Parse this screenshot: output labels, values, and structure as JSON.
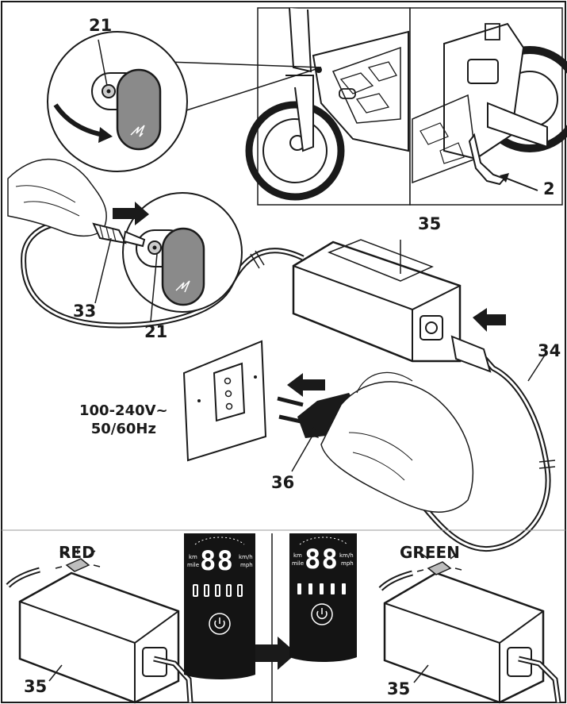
{
  "labels": {
    "port_top": "21",
    "port_bottom": "21",
    "kickstand": "2",
    "plug_connector": "33",
    "charger": "35",
    "ac_cable": "34",
    "wall_plug": "36",
    "charger_red": "35",
    "charger_green": "35"
  },
  "voltage": {
    "line1": "100-240V~",
    "line2": "50/60Hz"
  },
  "states": {
    "red": "RED",
    "green": "GREEN"
  },
  "display": {
    "digits": "88",
    "unit_km": "km",
    "unit_mile": "mile",
    "unit_kmh": "km/h",
    "unit_mph": "mph"
  },
  "colors": {
    "line": "#1a1a1a",
    "gray_cover": "#8a8a8a",
    "display_bg": "#141414",
    "led": "#bdbdbd"
  },
  "icons": [
    "power-icon",
    "arrow-right-icon",
    "arrow-left-icon",
    "curved-arrow-icon",
    "lightning-icon"
  ]
}
